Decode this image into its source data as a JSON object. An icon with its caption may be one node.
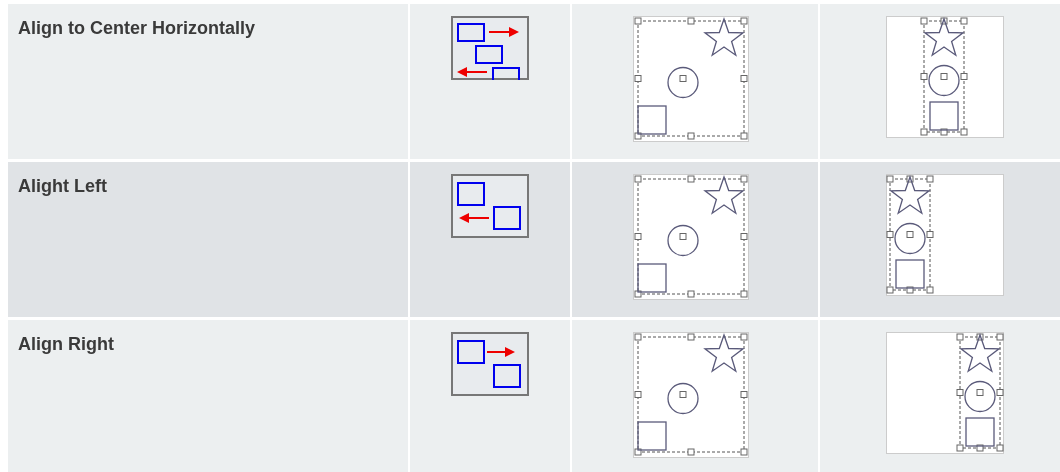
{
  "diagram": {
    "labels": [
      "Align to Center Horizontally",
      "Alight Left",
      "Align Right"
    ]
  }
}
